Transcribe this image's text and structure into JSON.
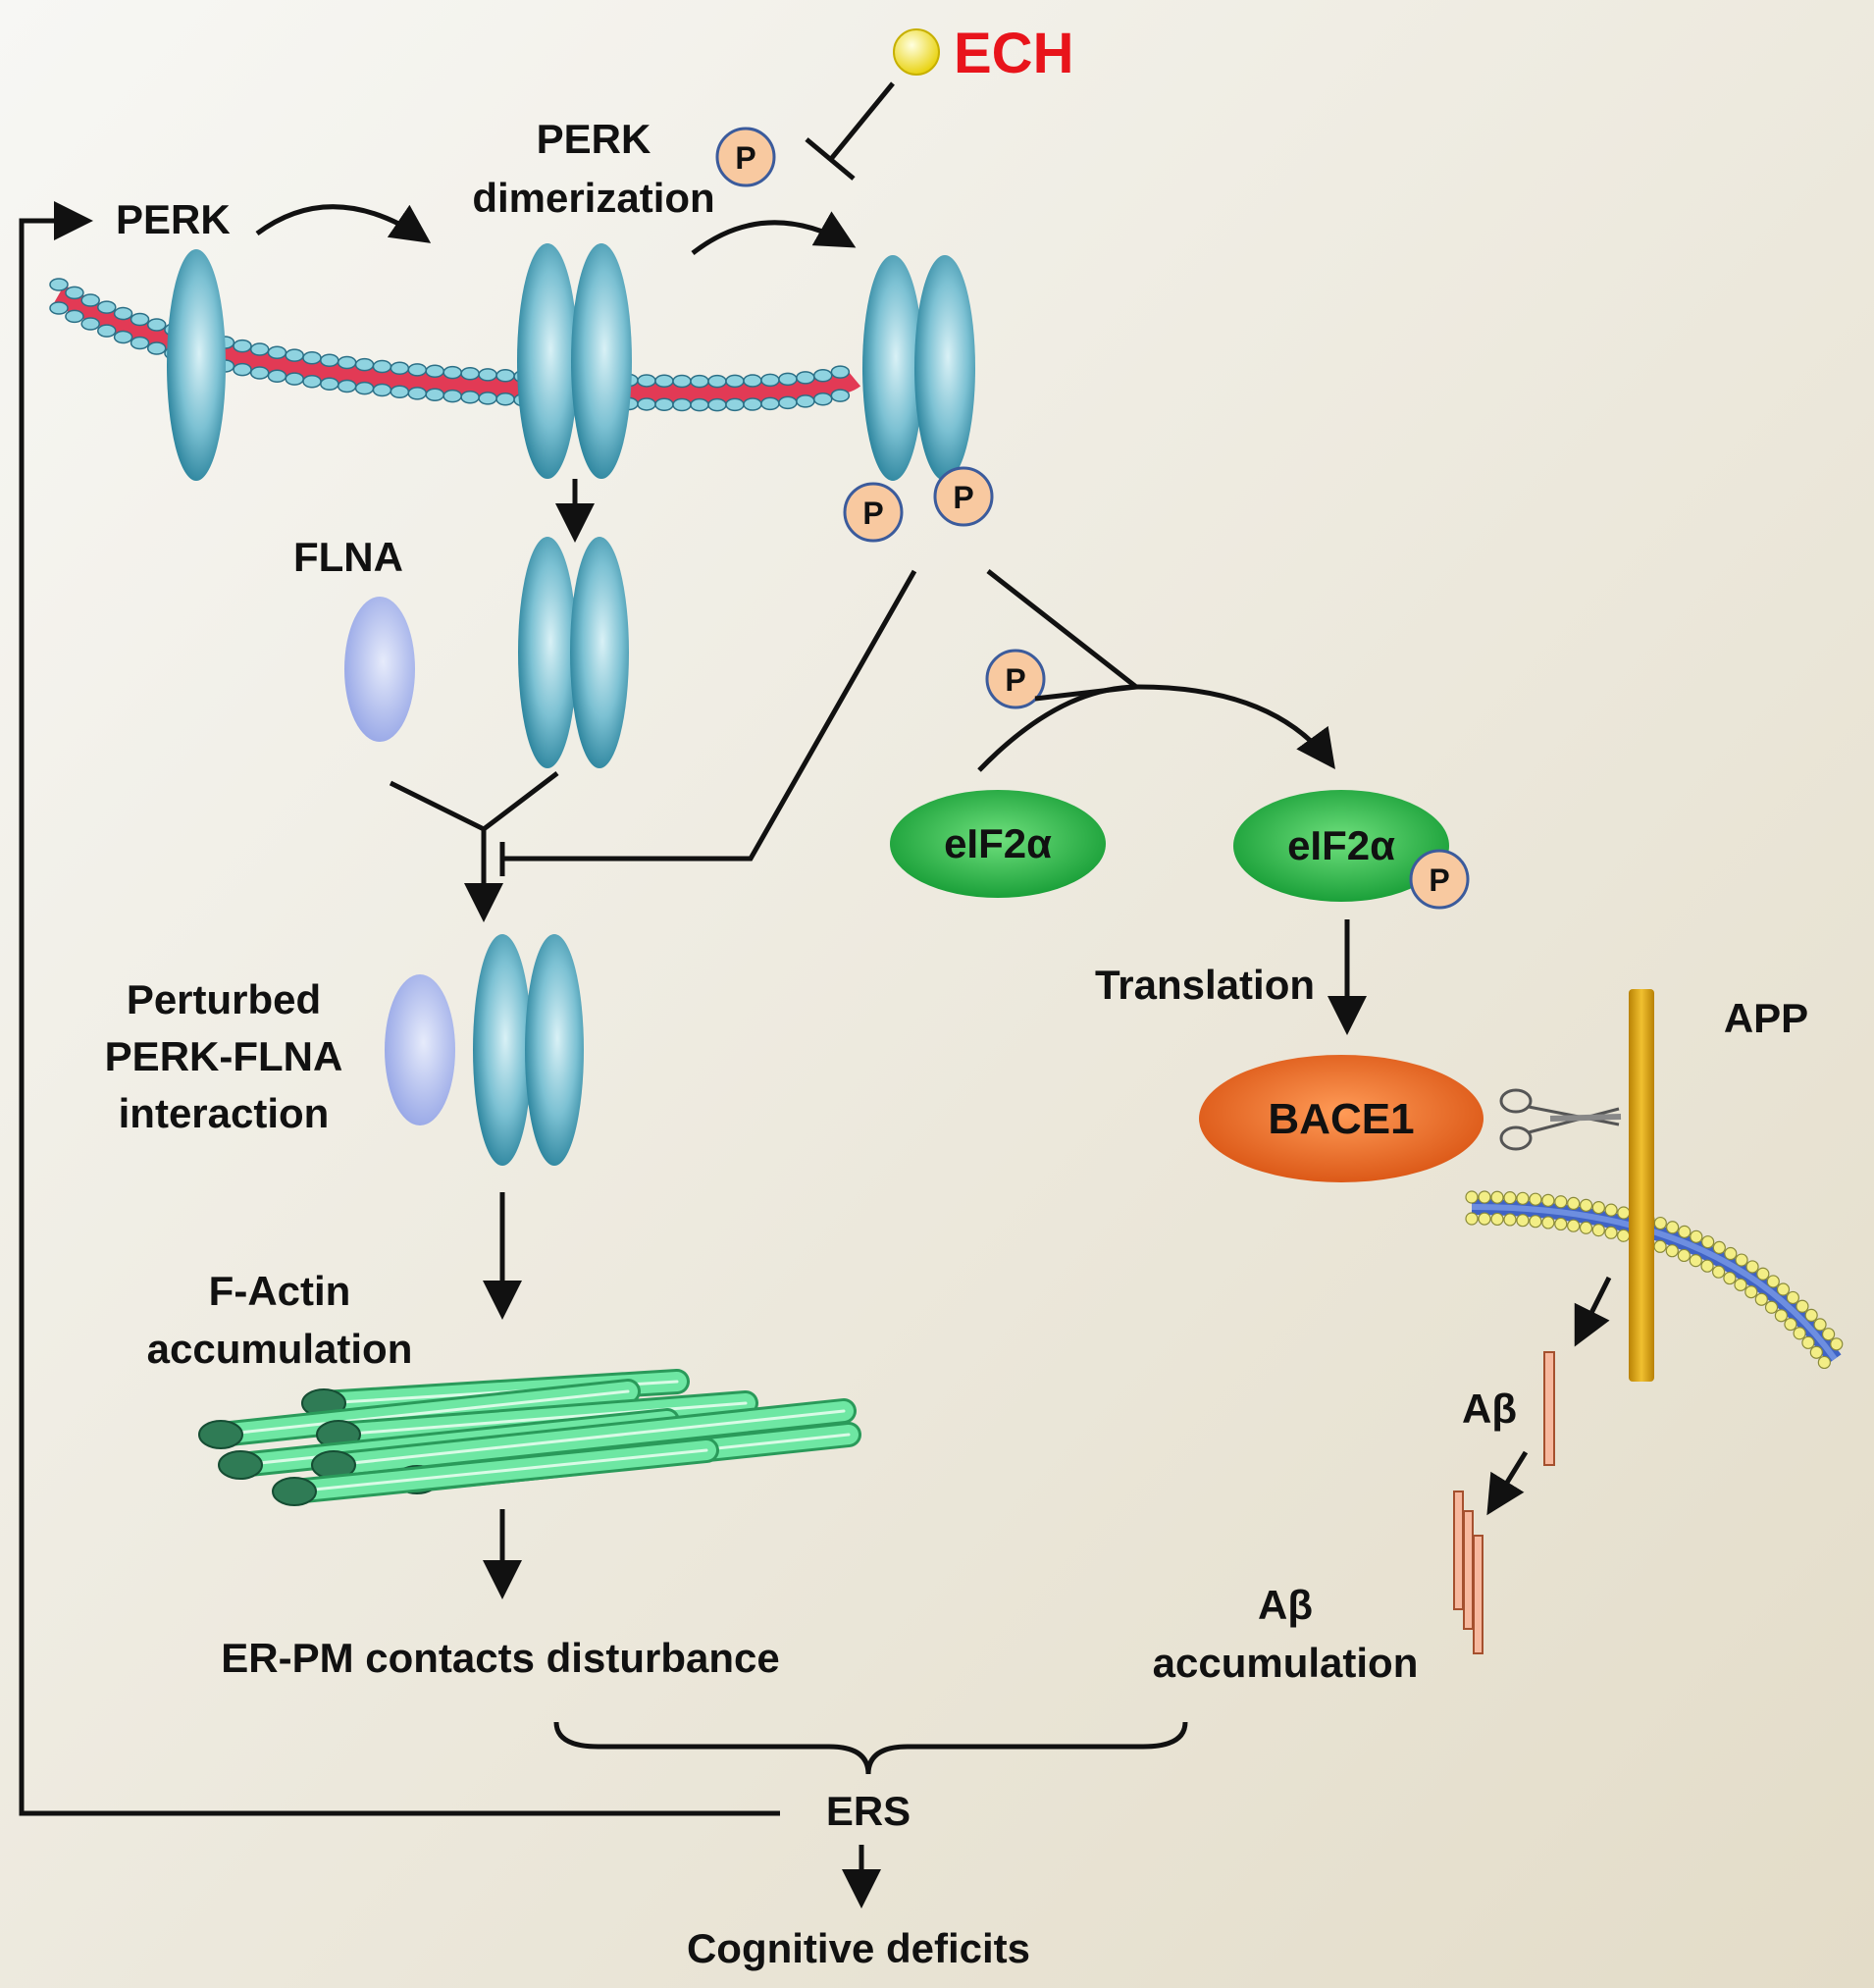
{
  "labels": {
    "ech": "ECH",
    "perk": "PERK",
    "perk_dimer_1": "PERK",
    "perk_dimer_2": "dimerization",
    "flna": "FLNA",
    "perturbed_1": "Perturbed",
    "perturbed_2": "PERK-FLNA",
    "perturbed_3": "interaction",
    "factin_1": "F-Actin",
    "factin_2": "accumulation",
    "erpm": "ER-PM contacts disturbance",
    "eif2a_left": "eIF2α",
    "eif2a_right": "eIF2α",
    "translation": "Translation",
    "bace1": "BACE1",
    "app": "APP",
    "abeta": "Aβ",
    "abeta_acc_1": "Aβ",
    "abeta_acc_2": "accumulation",
    "ers": "ERS",
    "cognitive": "Cognitive deficits",
    "phospho": "P"
  },
  "colors": {
    "ech_text": "#e8141b",
    "ech_dot": "#f5e100",
    "protein_teal": "#2f8ea6",
    "membrane_red": "#e23a55",
    "membrane_bead": "#8fd3e0",
    "flna_blue": "#a9b6ec",
    "eif2a_green": "#2fb84a",
    "bace1_orange": "#ef6a1e",
    "app_gold": "#d6a012",
    "phospho_fill": "#f8c9a0",
    "phospho_ring": "#3b5b9c",
    "actin_green": "#52d98f",
    "abeta_fill": "#f7b89e"
  }
}
